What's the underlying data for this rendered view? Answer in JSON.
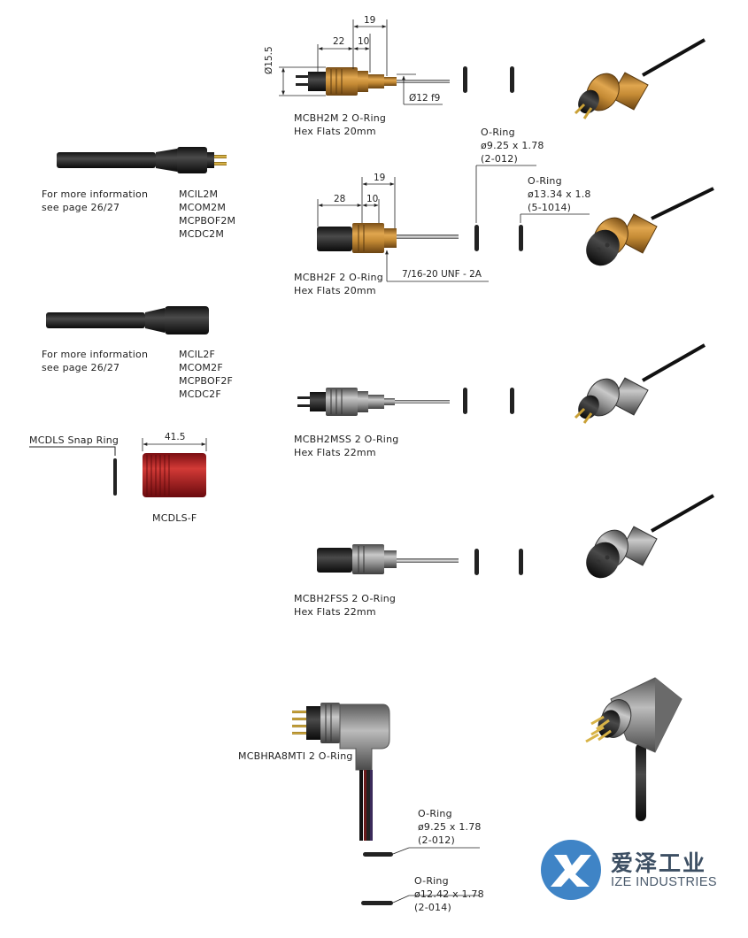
{
  "left_cables": [
    {
      "info": [
        "For more information",
        "see page 26/27"
      ],
      "parts": [
        "MCIL2M",
        "MCOM2M",
        "MCPBOF2M",
        "MCDC2M"
      ]
    },
    {
      "info": [
        "For more information",
        "see page 26/27"
      ],
      "parts": [
        "MCIL2F",
        "MCOM2F",
        "MCPBOF2F",
        "MCDC2F"
      ]
    }
  ],
  "snap_ring": {
    "label": "MCDLS Snap Ring",
    "part": "MCDLS-F",
    "dim": "41.5"
  },
  "products": [
    {
      "name": "MCBH2M 2 O-Ring",
      "hex": "Hex Flats 20mm"
    },
    {
      "name": "MCBH2F 2 O-Ring",
      "hex": "Hex Flats 20mm"
    },
    {
      "name": "MCBH2MSS 2 O-Ring",
      "hex": "Hex Flats 22mm"
    },
    {
      "name": "MCBH2FSS 2 O-Ring",
      "hex": "Hex Flats 22mm"
    },
    {
      "name": "MCBHRA8MTI 2 O-Ring"
    }
  ],
  "dims": {
    "p1": {
      "a": "22",
      "b": "10",
      "c": "19",
      "d": "Ø15.5",
      "e": "Ø12 f9"
    },
    "p2": {
      "a": "28",
      "b": "10",
      "c": "19",
      "thread": "7/16-20 UNF - 2A"
    }
  },
  "orings": [
    {
      "title": "O-Ring",
      "size": "ø9.25 x 1.78",
      "code": "(2-012)"
    },
    {
      "title": "O-Ring",
      "size": "ø13.34 x 1.8",
      "code": "(5-1014)"
    },
    {
      "title": "O-Ring",
      "size": "ø9.25 x 1.78",
      "code": "(2-012)"
    },
    {
      "title": "O-Ring",
      "size": "ø12.42 x 1.78",
      "code": "(2-014)"
    }
  ],
  "logo": {
    "cn": "爱泽工业",
    "en": "IZE INDUSTRIES"
  },
  "colors": {
    "brass": "#b07a2c",
    "steel": "#6d6d6d",
    "red": "#b2191f",
    "logo_blue": "#3f84c6"
  }
}
